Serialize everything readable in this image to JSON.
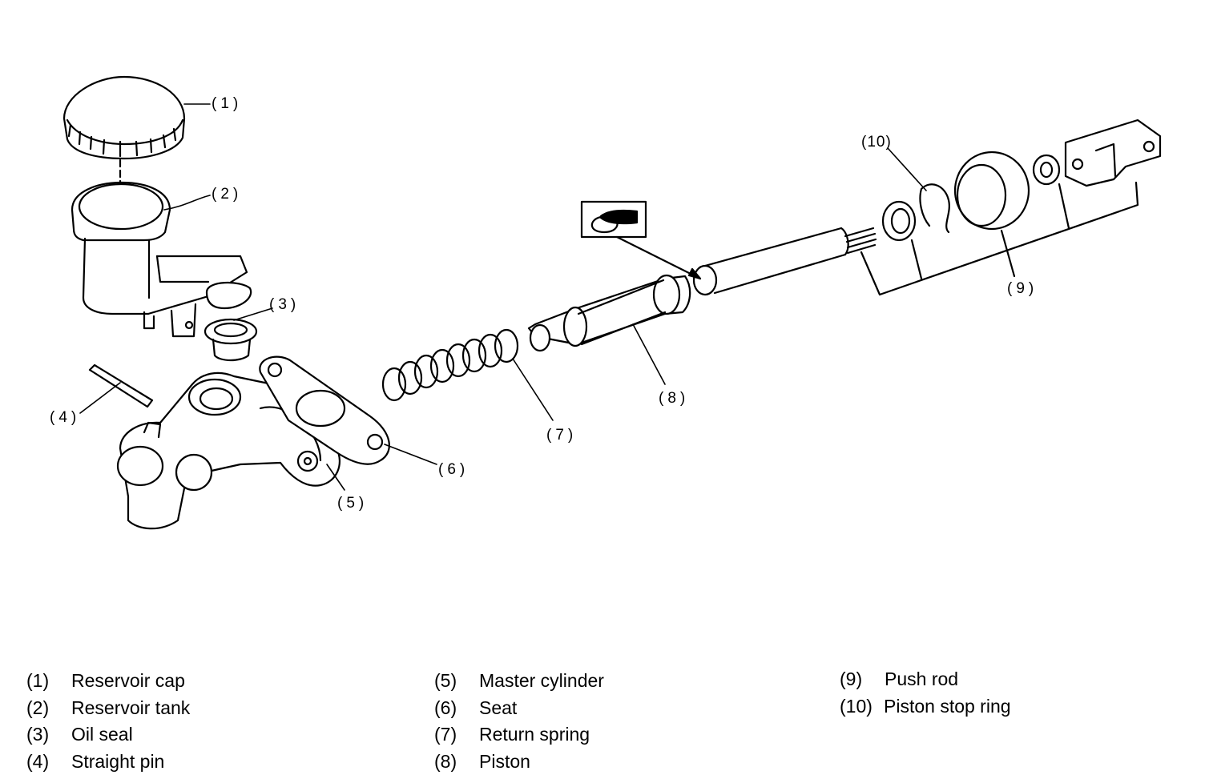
{
  "callouts": {
    "c1": "(1)",
    "c2": "(2)",
    "c3": "(3)",
    "c4": "(4)",
    "c5": "(5)",
    "c6": "(6)",
    "c7": "(7)",
    "c8": "(8)",
    "c9": "(9)",
    "c10": "(10)"
  },
  "legend": {
    "col1": [
      {
        "num": "(1)",
        "label": "Reservoir cap"
      },
      {
        "num": "(2)",
        "label": "Reservoir tank"
      },
      {
        "num": "(3)",
        "label": "Oil seal"
      },
      {
        "num": "(4)",
        "label": "Straight pin"
      }
    ],
    "col2": [
      {
        "num": "(5)",
        "label": "Master cylinder"
      },
      {
        "num": "(6)",
        "label": "Seat"
      },
      {
        "num": "(7)",
        "label": "Return spring"
      },
      {
        "num": "(8)",
        "label": "Piston"
      }
    ],
    "col3": [
      {
        "num": "(9)",
        "label": "Push rod"
      },
      {
        "num": "(10)",
        "label": "Piston stop ring"
      }
    ]
  },
  "symbols": {
    "grease": "grease-application-icon"
  },
  "colors": {
    "line": "#000000",
    "background": "#ffffff"
  }
}
